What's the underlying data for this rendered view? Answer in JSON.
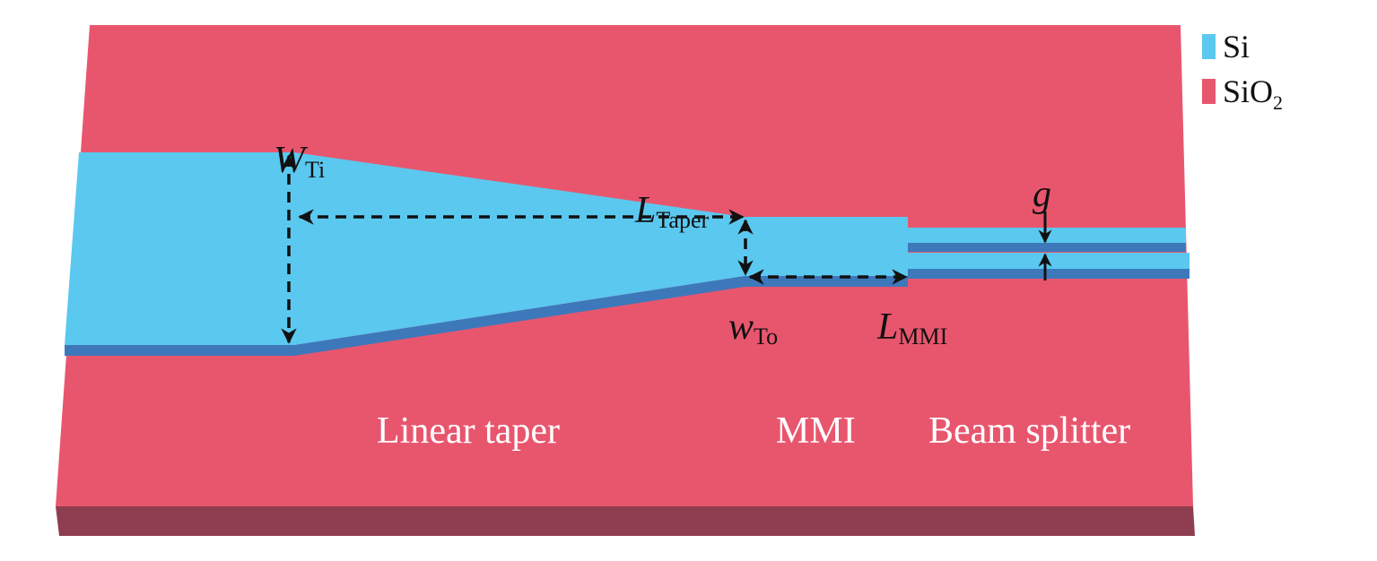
{
  "colors": {
    "si": "#5bc8ef",
    "si_side": "#3d78bb",
    "sio2": "#e8566e",
    "sio2_side": "#8e3e4e"
  },
  "legend": [
    {
      "label": "Si",
      "color": "#5bc8ef"
    },
    {
      "label": "SiO",
      "sub": "2",
      "color": "#e8566e"
    }
  ],
  "dimensions": {
    "w_ti": {
      "main": "W",
      "sub": "Ti"
    },
    "l_taper": {
      "main": "L",
      "sub": "Taper"
    },
    "w_to": {
      "main": "w",
      "sub": "To"
    },
    "l_mmi": {
      "main": "L",
      "sub": "MMI"
    },
    "g": {
      "main": "g"
    }
  },
  "regions": {
    "taper": "Linear taper",
    "mmi": "MMI",
    "splitter": "Beam splitter"
  }
}
